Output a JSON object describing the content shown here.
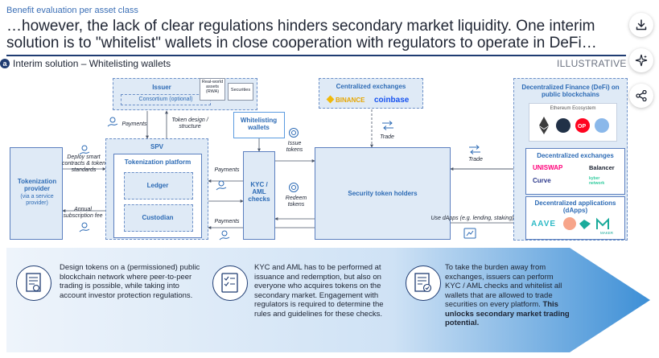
{
  "header": {
    "subtitle": "Benefit evaluation per asset class",
    "headline": "…however, the lack of clear regulations hinders secondary market liquidity. One interim solution is to \"whitelist\" wallets in close cooperation with regulators to operate in DeFi…"
  },
  "section": {
    "badge": "a",
    "title": "Interim solution – Whitelisting wallets",
    "illustrative": "ILLUSTRATIVE"
  },
  "issuer": {
    "title": "Issuer",
    "consortium": "Consortium (optional)",
    "rwa": "Real-world assets (RWA)",
    "securities": "Securities"
  },
  "cex": {
    "title": "Centralized exchanges",
    "binance": "BINANCE",
    "coinbase": "coinbase"
  },
  "defi": {
    "title": "Decentralized Finance (DeFi) on public blockchains",
    "ecosystem": "Ethereum Ecosystem",
    "dex_title": "Decentralized exchanges",
    "uniswap": "UNISWAP",
    "balancer": "Balancer",
    "curve": "Curve",
    "kyber": "kyber network",
    "dapps_title": "Decentralized applications (dApps)",
    "aave": "AAVE",
    "maker": "MAKER"
  },
  "spv": {
    "title": "SPV",
    "platform": "Tokenization platform",
    "ledger": "Ledger",
    "custodian": "Custodian"
  },
  "whitelist": {
    "title": "Whitelisting wallets"
  },
  "kyc": {
    "title": "KYC / AML checks"
  },
  "holders": {
    "title": "Security token holders"
  },
  "provider": {
    "title": "Tokenization provider",
    "sub": "(via a service provider)"
  },
  "labels": {
    "payments_top": "Payments",
    "token_design": "Token design / structure",
    "deploy": "Deploy smart contracts & token standards",
    "annual_fee": "Annual subscription fee",
    "payments_mid": "Payments",
    "payments_bottom": "Payments",
    "issue_tokens": "Issue tokens",
    "redeem_tokens": "Redeem tokens",
    "trade_cex": "Trade",
    "trade_defi": "Trade",
    "use_dapps": "Use dApps (e.g. lending, staking)"
  },
  "banner": {
    "col1": "Design tokens on a (permissioned) public blockchain network where peer-to-peer trading is possible, while taking into account investor protection regulations.",
    "col2": "KYC and AML has to be performed at issuance and redemption, but also on everyone who acquires tokens on the secondary market. Engagement with regulators is required to determine the rules and guidelines for these checks.",
    "col3_plain": "To take the burden away from exchanges, issuers can perform KYC / AML checks and whitelist all wallets that are allowed to trade securities on every platform.",
    "col3_bold": "This unlocks secondary market trading potential."
  },
  "colors": {
    "accent": "#2d6bb5",
    "box_fill": "#dfeaf6",
    "dashed_border": "#6b8fc7",
    "navy": "#1f3c72",
    "banner_start": "#eef4fb",
    "banner_end": "#3d8fd6"
  },
  "icons": [
    "download-icon",
    "sparkle-icon",
    "share-icon",
    "payments-hand-icon",
    "trade-arrows-icon",
    "token-coin-icon",
    "certificate-icon",
    "checklist-icon",
    "document-check-icon"
  ]
}
